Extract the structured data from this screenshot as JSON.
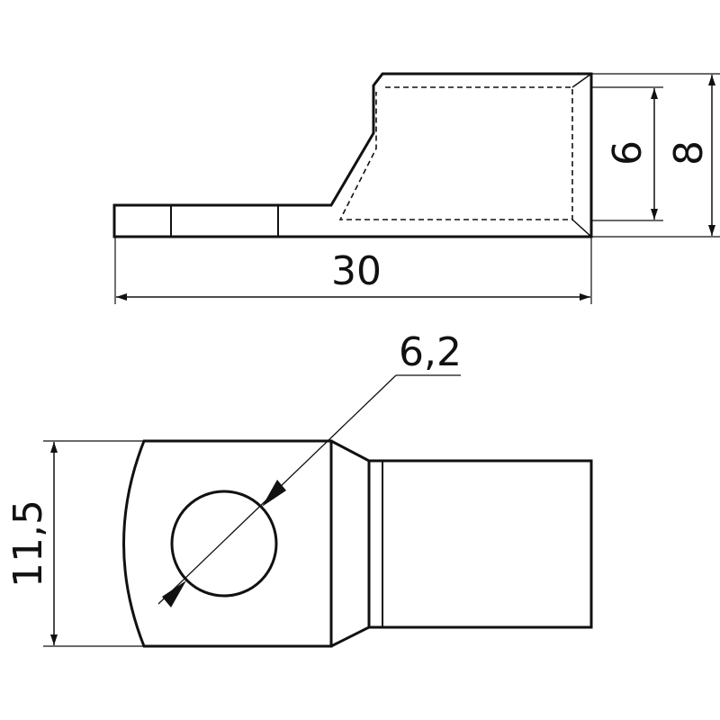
{
  "drawing": {
    "line_color": "#111111",
    "background": "#ffffff",
    "side_view": {
      "length_label": "30",
      "barrel_inner_label": "6",
      "barrel_outer_label": "8"
    },
    "top_view": {
      "hole_diameter_label": "6,2",
      "width_label": "11,5"
    }
  }
}
